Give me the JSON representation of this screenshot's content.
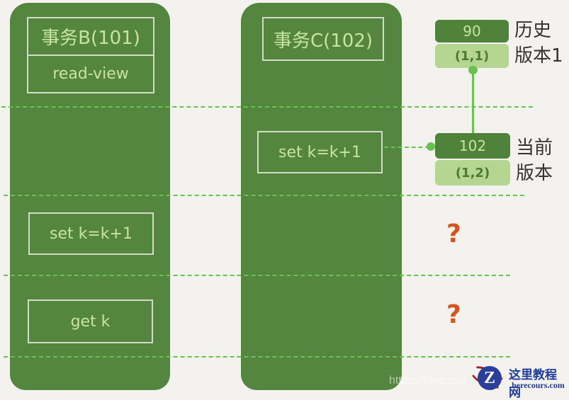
{
  "transaction_b": {
    "title": "事务B(101)",
    "read_view": "read-view",
    "ops": [
      "set k=k+1",
      "get k"
    ]
  },
  "transaction_c": {
    "title": "事务C(102)",
    "ops": [
      "set k=k+1"
    ]
  },
  "versions": {
    "history": {
      "value": "90",
      "trx": "(1,1)",
      "label_line1": "历史",
      "label_line2": "版本1"
    },
    "current": {
      "value": "102",
      "trx": "(1,2)",
      "label_line1": "当前",
      "label_line2": "版本"
    }
  },
  "unknowns": [
    "?",
    "?"
  ],
  "watermark": {
    "url_text": "https://blog.csd",
    "site_cn": "这里教程网",
    "site_en": "herecours.com",
    "logo_letter": "Z"
  },
  "colors": {
    "column_green": "#548640",
    "text_green": "#c9e3a4",
    "dash_green": "#67c24f",
    "question_orange": "#d4551f",
    "background": "#f4f2ee"
  }
}
